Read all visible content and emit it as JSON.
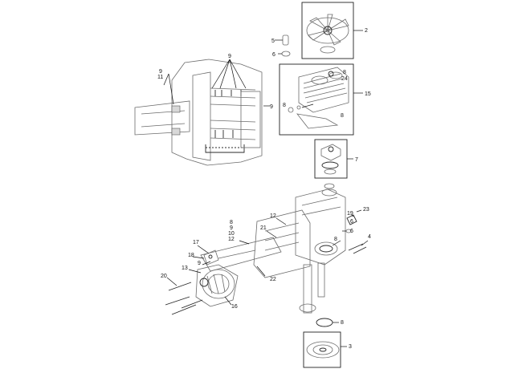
{
  "diagram": {
    "callouts": {
      "c2": "2",
      "c3": "3",
      "c4": "4",
      "c5": "5",
      "c6": "6",
      "c6b": "6",
      "c6c": "6",
      "c7": "7",
      "c8a": "8",
      "c8b": "8",
      "c8c": "8",
      "c8d": "8",
      "c8e": "8",
      "c8f": "8",
      "c9a": "9",
      "c9b": "9",
      "c9c": "9",
      "c9d": "9",
      "c9e": "9",
      "c10": "10",
      "c11": "11",
      "c12a": "12",
      "c12b": "12",
      "c13": "13",
      "c15": "15",
      "c16": "16",
      "c17": "17",
      "c18": "18",
      "c19": "19",
      "c20": "20",
      "c21": "21",
      "c22": "22",
      "c23": "23",
      "c24": "24"
    }
  }
}
